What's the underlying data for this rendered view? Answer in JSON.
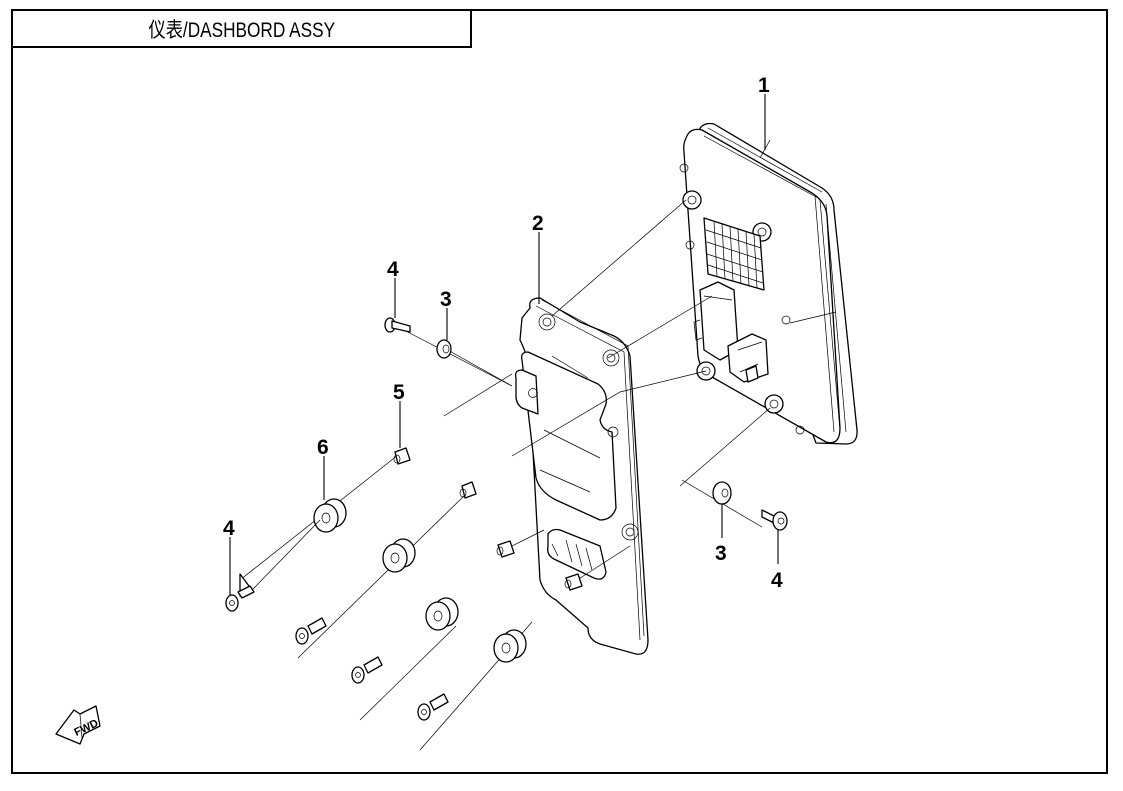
{
  "title": "仪表/DASHBORD ASSY",
  "callouts": [
    {
      "id": "callout-1",
      "text": "1",
      "part": "dashboard-meter"
    },
    {
      "id": "callout-2",
      "text": "2",
      "part": "mounting-bracket"
    },
    {
      "id": "callout-3-top",
      "text": "3",
      "part": "washer"
    },
    {
      "id": "callout-4-top",
      "text": "4",
      "part": "bolt"
    },
    {
      "id": "callout-5",
      "text": "5",
      "part": "bushing-sleeve"
    },
    {
      "id": "callout-6",
      "text": "6",
      "part": "rubber-grommet"
    },
    {
      "id": "callout-4-left",
      "text": "4",
      "part": "bolt"
    },
    {
      "id": "callout-3-right",
      "text": "3",
      "part": "washer"
    },
    {
      "id": "callout-4-right",
      "text": "4",
      "part": "bolt"
    }
  ],
  "direction_marker": {
    "icon": "fwd-arrow-icon",
    "text": "FWD"
  }
}
